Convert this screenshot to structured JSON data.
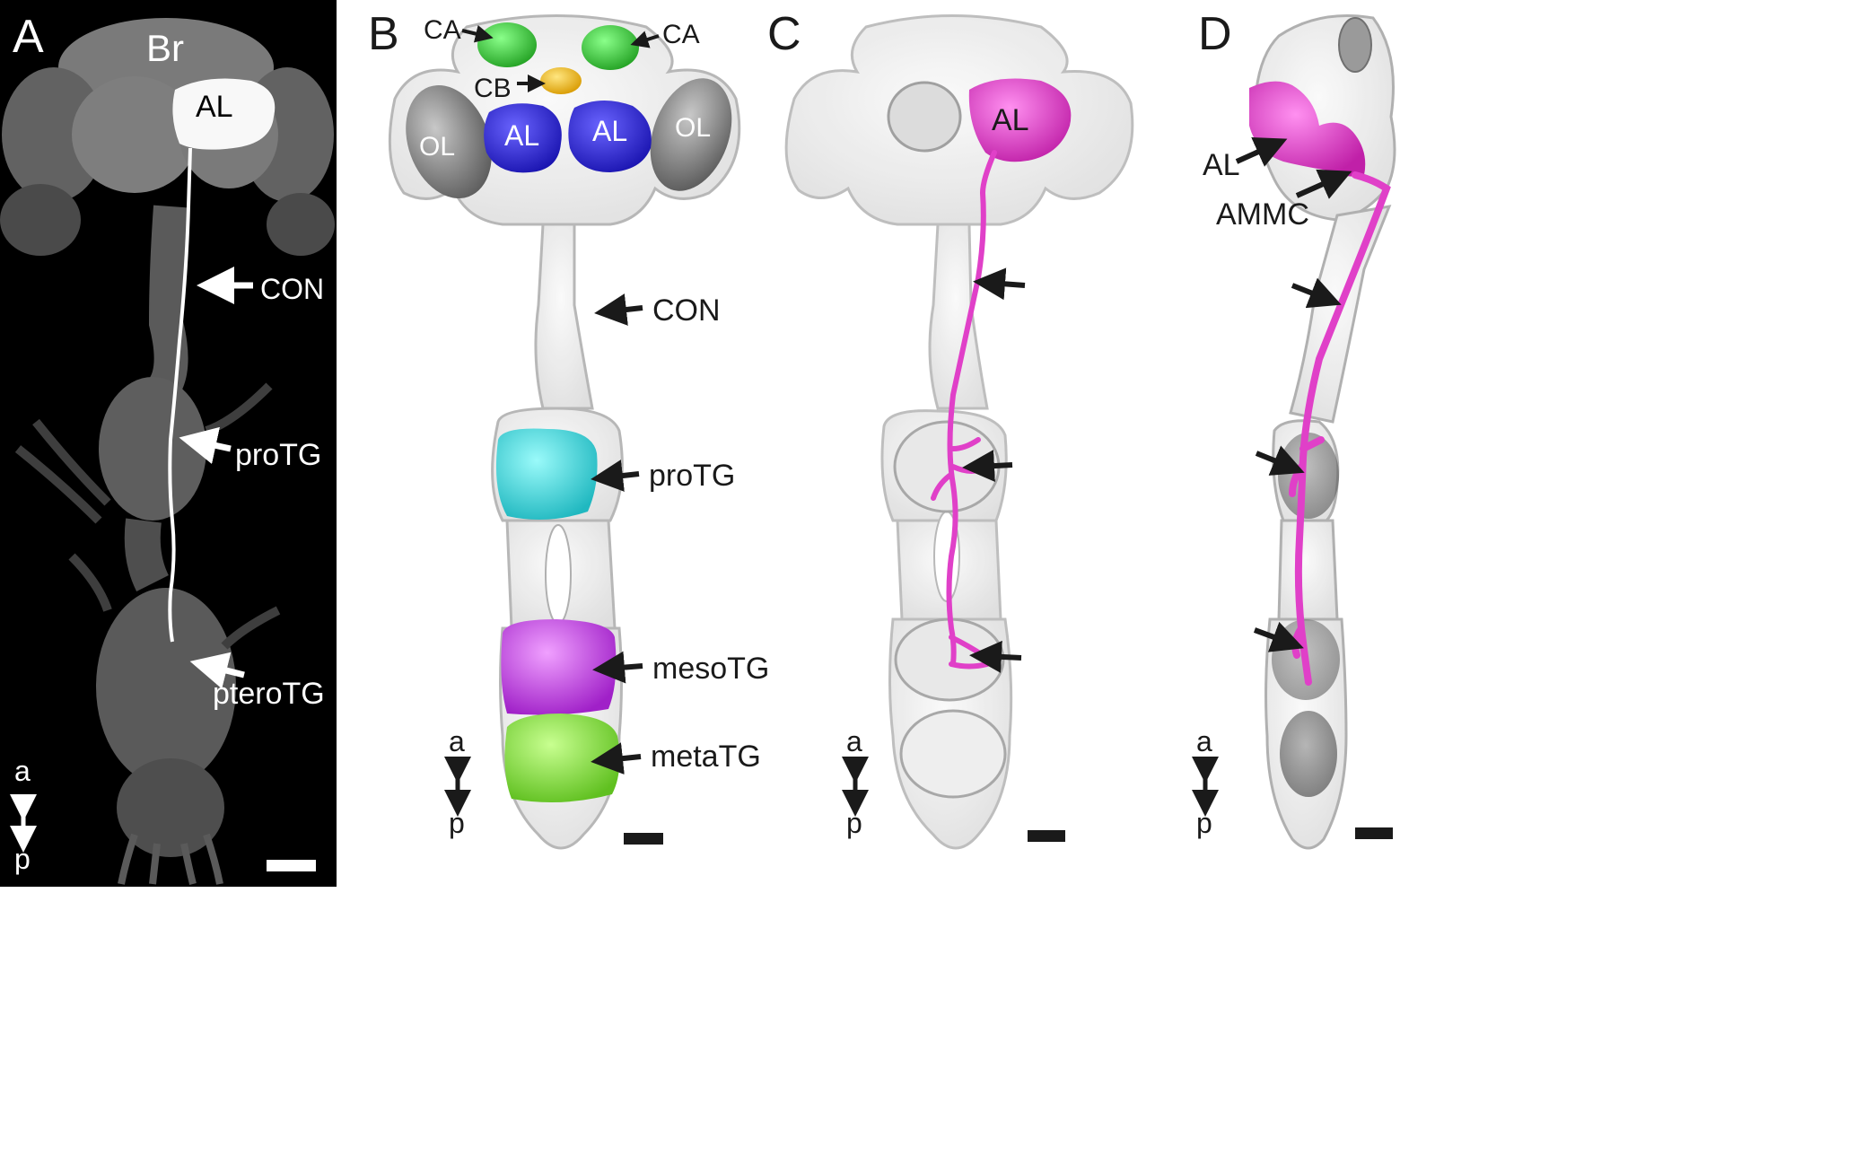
{
  "panels": {
    "A": {
      "letter": "A",
      "labels": {
        "br": "Br",
        "al": "AL",
        "con": "CON",
        "protg": "proTG",
        "pterotg": "pteroTG"
      },
      "axis": {
        "anterior": "a",
        "posterior": "p"
      }
    },
    "B": {
      "letter": "B",
      "labels": {
        "ca_left": "CA",
        "ca_right": "CA",
        "cb": "CB",
        "ol_left": "OL",
        "ol_right": "OL",
        "al_left": "AL",
        "al_right": "AL",
        "con": "CON",
        "protg": "proTG",
        "mesotg": "mesoTG",
        "metatg": "metaTG"
      },
      "axis": {
        "anterior": "a",
        "posterior": "p"
      }
    },
    "C": {
      "letter": "C",
      "labels": {
        "al": "AL"
      },
      "axis": {
        "anterior": "a",
        "posterior": "p"
      }
    },
    "D": {
      "letter": "D",
      "labels": {
        "al": "AL",
        "ammc": "AMMC"
      },
      "axis": {
        "anterior": "a",
        "posterior": "p"
      }
    }
  },
  "colors": {
    "calyx": "#3ccf3c",
    "central_body": "#f2c21a",
    "antennal_lobe": "#2a24d8",
    "optic_lobe": "#8a8a8a",
    "pro_tg": "#3fe0e0",
    "meso_tg": "#c640e8",
    "meta_tg": "#8ee83a",
    "neuron": "#e040c8",
    "arrow_dark": "#1a1a1a",
    "arrow_light": "#ffffff"
  }
}
